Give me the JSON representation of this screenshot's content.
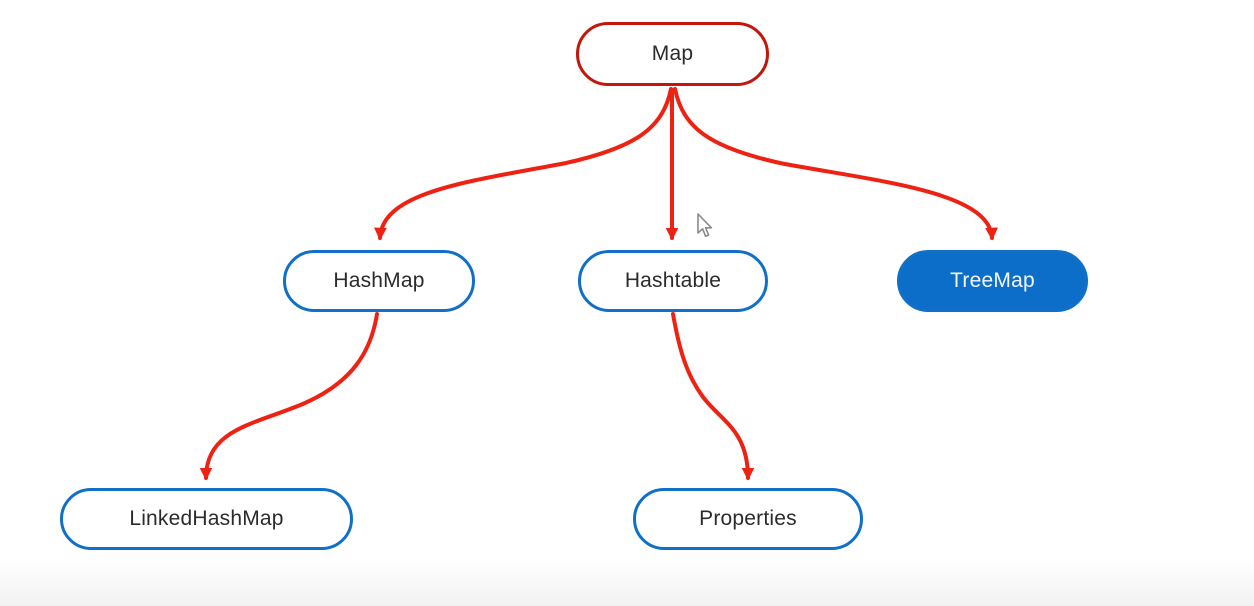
{
  "diagram": {
    "nodes": [
      {
        "id": "map",
        "label": "Map",
        "variant": "red-outline"
      },
      {
        "id": "hashmap",
        "label": "HashMap",
        "variant": "blue-outline"
      },
      {
        "id": "hashtable",
        "label": "Hashtable",
        "variant": "blue-outline"
      },
      {
        "id": "treemap",
        "label": "TreeMap",
        "variant": "blue-filled"
      },
      {
        "id": "linkedhashmap",
        "label": "LinkedHashMap",
        "variant": "blue-outline"
      },
      {
        "id": "properties",
        "label": "Properties",
        "variant": "blue-outline"
      }
    ],
    "edges": [
      {
        "from": "Map",
        "to": "HashMap"
      },
      {
        "from": "Map",
        "to": "Hashtable"
      },
      {
        "from": "Map",
        "to": "TreeMap"
      },
      {
        "from": "HashMap",
        "to": "LinkedHashMap"
      },
      {
        "from": "Hashtable",
        "to": "Properties"
      }
    ],
    "colors": {
      "edge_red": "#ee2213",
      "map_border_red": "#c2170a",
      "blue_border": "#1070c8",
      "blue_fill": "#0d6ec9",
      "text_dark": "#2b2b2b",
      "text_light": "#f2f7fd"
    }
  }
}
